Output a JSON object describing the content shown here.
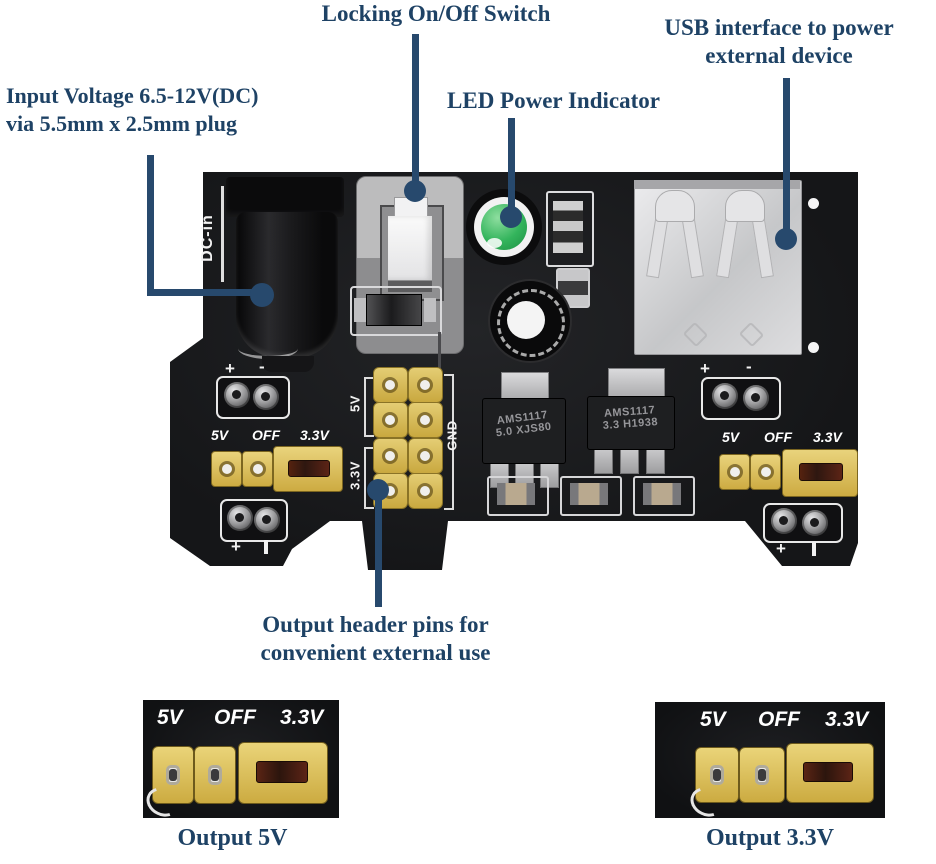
{
  "annotations": {
    "locking_switch": "Locking On/Off Switch",
    "usb": "USB interface to power\nexternal device",
    "input_voltage": "Input Voltage 6.5-12V(DC)\nvia 5.5mm x 2.5mm plug",
    "led": "LED Power Indicator",
    "output_pins": "Output header pins for\nconvenient external use"
  },
  "board": {
    "dc_in": "DC-in",
    "plus": "+",
    "minus": "-",
    "jumper_labels": {
      "v5": "5V",
      "off": "OFF",
      "v33": "3.3V"
    },
    "header_labels": {
      "v5": "5V",
      "v33": "3.3V",
      "gnd": "GND"
    },
    "regulator_5v": "AMS1117\n5.0 XJS80",
    "regulator_3v3": "AMS1117\n3.3 H1938"
  },
  "insets": {
    "left": {
      "v5": "5V",
      "off": "OFF",
      "v33": "3.3V",
      "caption": "Output 5V"
    },
    "right": {
      "v5": "5V",
      "off": "OFF",
      "v33": "3.3V",
      "caption": "Output 3.3V"
    }
  },
  "colors": {
    "annotation_line": "#27496d",
    "annotation_text": "#1e4265",
    "board_black": "#17181a",
    "jumper_yellow": "#d9bf5e",
    "led_green": "#33b45c"
  }
}
